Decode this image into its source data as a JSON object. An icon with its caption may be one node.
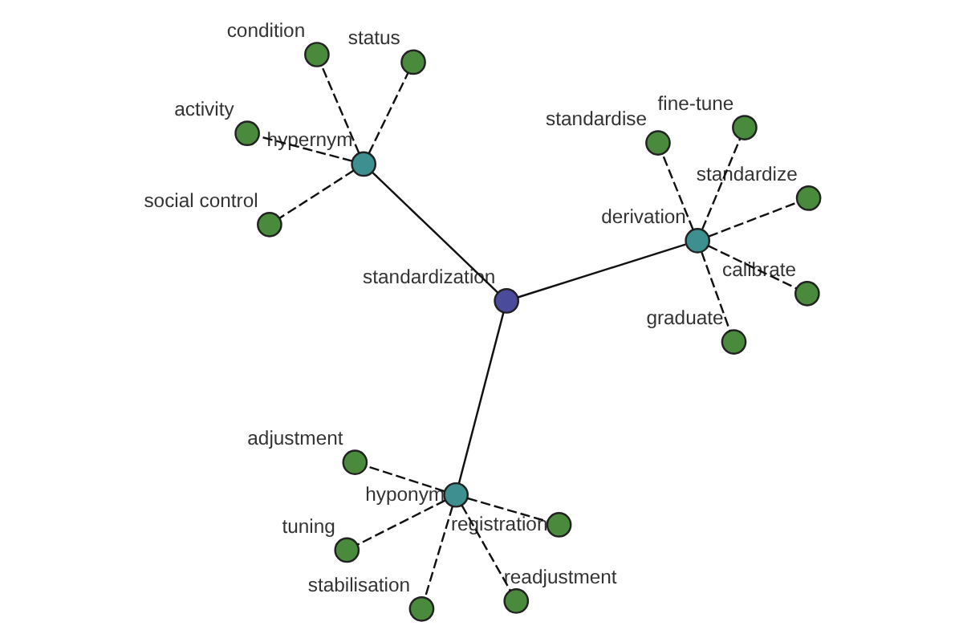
{
  "diagram": {
    "nodes": [
      {
        "text": [
          "standardization"
        ]
      },
      {
        "text": [
          "hypernym"
        ]
      },
      {
        "text": [
          "social control"
        ]
      },
      {
        "text": [
          "condition"
        ]
      },
      {
        "text": [
          "status"
        ]
      },
      {
        "text": [
          "activity"
        ]
      },
      {
        "text": [
          "hyponym"
        ]
      },
      {
        "text": [
          "registration"
        ]
      },
      {
        "text": [
          "adjustment"
        ]
      },
      {
        "text": [
          "stabilisation"
        ]
      },
      {
        "text": [
          "readjustment"
        ]
      },
      {
        "text": [
          "tuning"
        ]
      },
      {
        "text": [
          "derivation"
        ]
      },
      {
        "text": [
          "standardize"
        ]
      },
      {
        "text": [
          "fine-tune"
        ]
      },
      {
        "text": [
          "graduate"
        ]
      },
      {
        "text": [
          "calibrate"
        ]
      },
      {
        "text": [
          "standardise"
        ]
      }
    ],
    "edges": [
      {
        "from": 0,
        "to": 1,
        "arrow": "none"
      },
      {
        "from": 0,
        "to": 6,
        "arrow": "none"
      },
      {
        "from": 0,
        "to": 12,
        "arrow": "none"
      },
      {
        "from": 1,
        "to": 2,
        "arrow": "none",
        "style": "dashed"
      },
      {
        "from": 1,
        "to": 3,
        "arrow": "none",
        "style": "dashed"
      },
      {
        "from": 1,
        "to": 4,
        "arrow": "none",
        "style": "dashed"
      },
      {
        "from": 1,
        "to": 5,
        "arrow": "none",
        "style": "dashed"
      },
      {
        "from": 6,
        "to": 7,
        "arrow": "none",
        "style": "dashed"
      },
      {
        "from": 6,
        "to": 8,
        "arrow": "none",
        "style": "dashed"
      },
      {
        "from": 6,
        "to": 9,
        "arrow": "none",
        "style": "dashed"
      },
      {
        "from": 6,
        "to": 10,
        "arrow": "none",
        "style": "dashed"
      },
      {
        "from": 6,
        "to": 11,
        "arrow": "none",
        "style": "dashed"
      },
      {
        "from": 12,
        "to": 13,
        "arrow": "none",
        "style": "dashed"
      },
      {
        "from": 12,
        "to": 14,
        "arrow": "none",
        "style": "dashed"
      },
      {
        "from": 12,
        "to": 15,
        "arrow": "none",
        "style": "dashed"
      },
      {
        "from": 12,
        "to": 16,
        "arrow": "none",
        "style": "dashed"
      },
      {
        "from": 12,
        "to": 17,
        "arrow": "none",
        "style": "dashed"
      }
    ]
  }
}
